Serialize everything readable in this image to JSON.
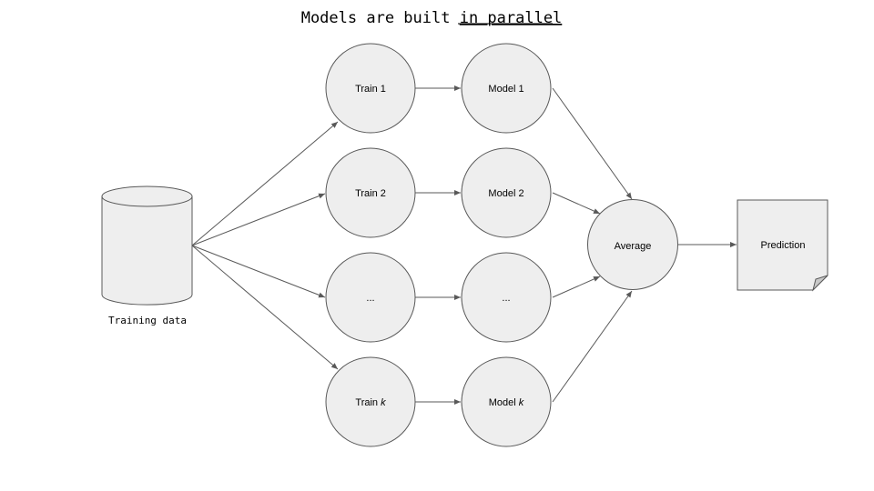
{
  "title": {
    "prefix": "Models are built ",
    "emphasis": "in parallel"
  },
  "data_source": {
    "label": "Training data",
    "icon": "database-cylinder-icon"
  },
  "rows": [
    {
      "train_label": "Train 1",
      "model_label": "Model 1"
    },
    {
      "train_label": "Train 2",
      "model_label": "Model 2"
    },
    {
      "train_label": "...",
      "model_label": "..."
    },
    {
      "train_label": "Train ",
      "train_suffix": "k",
      "model_label": "Model ",
      "model_suffix": "k"
    }
  ],
  "aggregator": {
    "label": "Average"
  },
  "output": {
    "label": "Prediction",
    "icon": "document-icon"
  },
  "colors": {
    "node_fill": "#eeeeee",
    "stroke": "#595959",
    "text": "#000000"
  }
}
